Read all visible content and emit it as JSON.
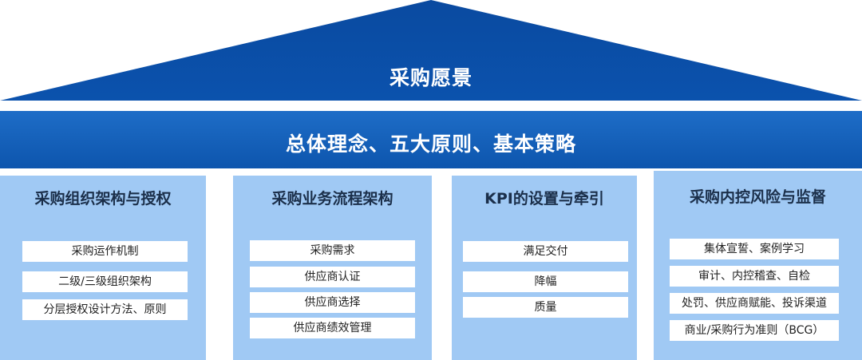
{
  "roof": {
    "title": "采购愿景"
  },
  "beam": {
    "title": "总体理念、五大原则、基本策略"
  },
  "pillars": [
    {
      "title": "采购组织架构与授权",
      "items": [
        "采购运作机制",
        "二级/三级组织架构",
        "分层授权设计方法、原则"
      ]
    },
    {
      "title": "采购业务流程架构",
      "items": [
        "采购需求",
        "供应商认证",
        "供应商选择",
        "供应商绩效管理"
      ]
    },
    {
      "title": "KPI的设置与牵引",
      "items": [
        "满足交付",
        "降幅",
        "质量"
      ]
    },
    {
      "title": "采购内控风险与监督",
      "items": [
        "集体宣誓、案例学习",
        "审计、内控稽查、自检",
        "处罚、供应商赋能、投诉渠道",
        "商业/采购行为准则（BCG）"
      ]
    }
  ],
  "colors": {
    "roof": "#0b4ea6",
    "beam": "#1565c0",
    "pillar": "#a0c9f4",
    "item_bg": "#ffffff"
  }
}
